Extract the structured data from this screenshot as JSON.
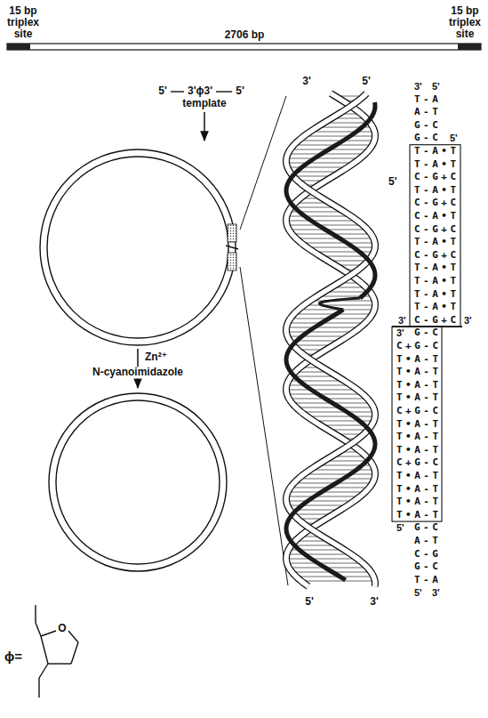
{
  "diagram": {
    "labels": [
      "15 bp triplex site",
      "2706 bp",
      "15 bp triplex site",
      "5'",
      "3'ϕ3'",
      "5'",
      "template",
      "Zn²⁺",
      "N-cyanoimidazole",
      "3'",
      "5'",
      "5'",
      "5'",
      "3'",
      "ϕ=",
      "O",
      "3'",
      "5'",
      "T-A",
      "A-T",
      "G-C",
      "G-C",
      "5'",
      "T-A•T",
      "T-A•T",
      "C-G+C",
      "T-A•T",
      "C-G+C",
      "C-A•T",
      "C-G+C",
      "T-A•T",
      "C-G+C",
      "T-A•T",
      "T-A•T",
      "T-A•T",
      "T-A•T",
      "C-G+C",
      "3'",
      "3'",
      "G-C",
      "3'",
      "C+G-C",
      "T•A-T",
      "T•A-T",
      "T•A-T",
      "T•A-T",
      "C+G-C",
      "T•A-T",
      "T•A-T",
      "T•A-T",
      "C+G-C",
      "T•A-T",
      "T•A-T",
      "T•A-T",
      "T•A-T",
      "5'",
      "G-C",
      "A-T",
      "C-G",
      "G-C",
      "T-A",
      "5'",
      "3'"
    ]
  }
}
